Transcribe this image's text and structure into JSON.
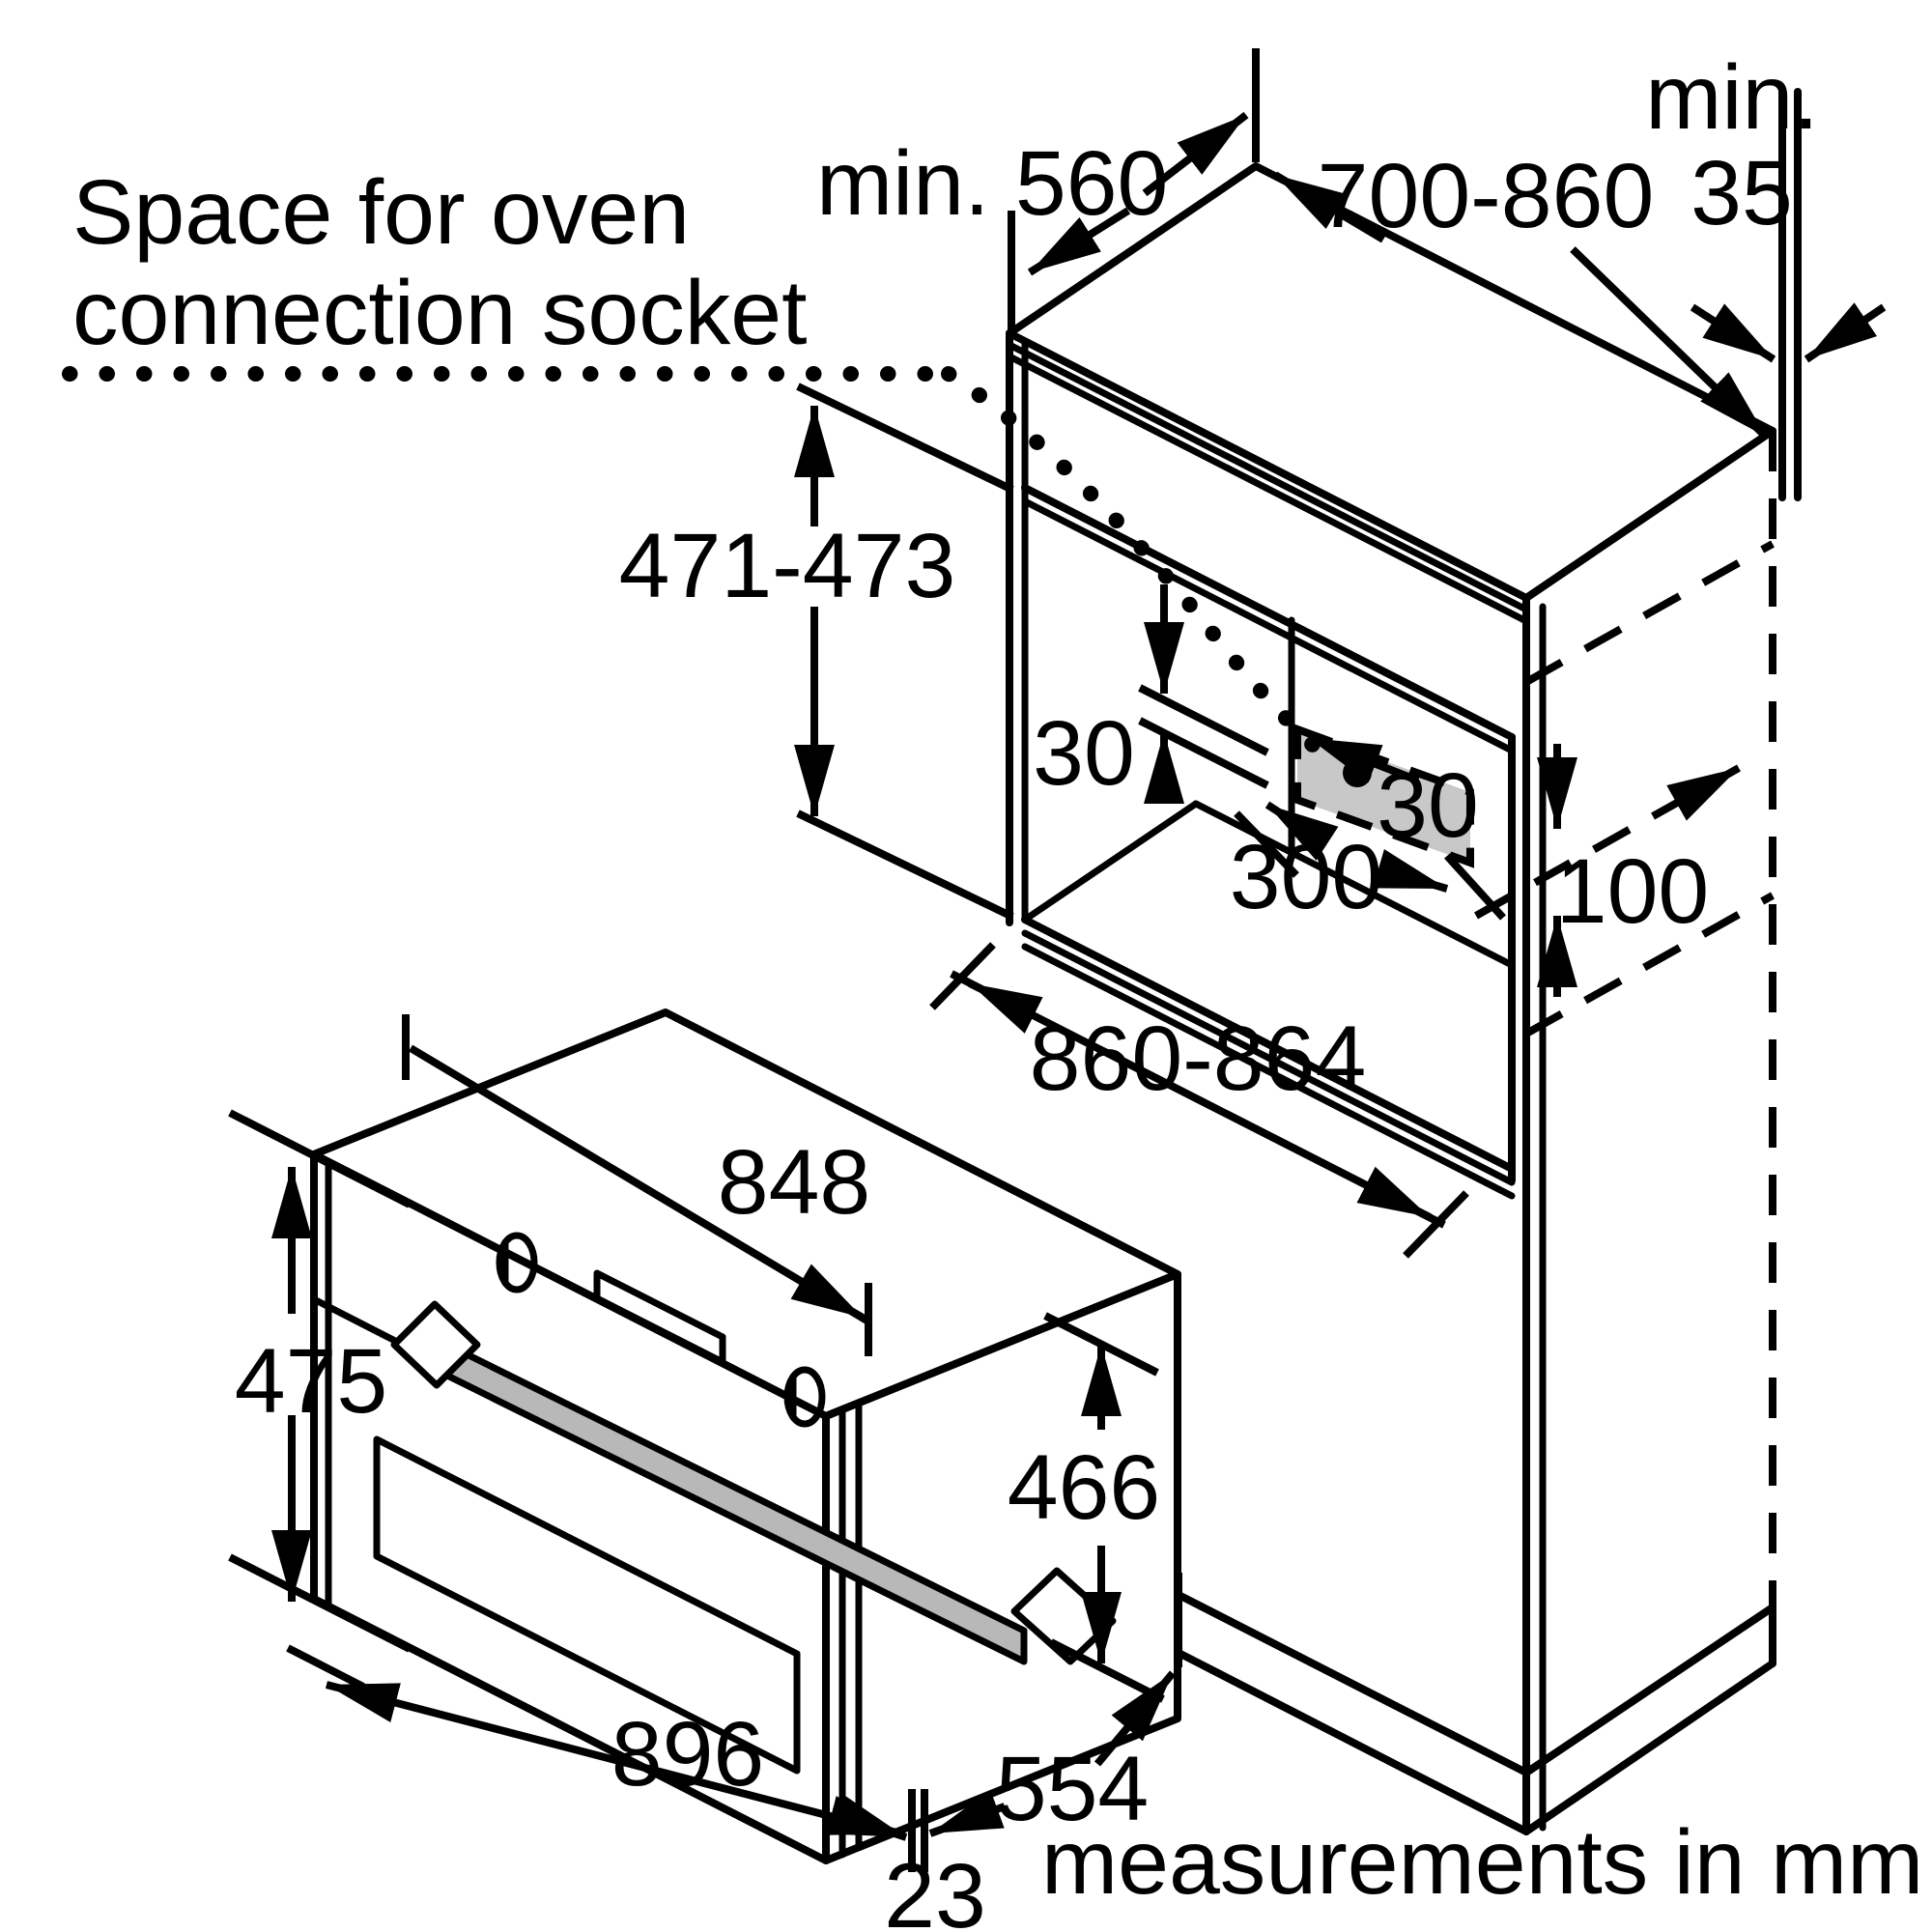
{
  "diagram": {
    "note": {
      "line1": "Space for oven",
      "line2": "connection socket"
    },
    "footer": "measurements in mm",
    "dimensions": {
      "top_depth_min": "min. 560",
      "upper_height_range": "700-860",
      "wall_gap_min_word": "min.",
      "wall_gap_value": "35",
      "niche_height": "471-473",
      "rail_offset_vertical": "30",
      "rail_offset_horizontal": "30",
      "socket_area_width": "300",
      "socket_area_offset": "100",
      "niche_width": "860-864",
      "oven_top_width": "848",
      "oven_front_height": "475",
      "oven_body_height": "466",
      "oven_total_width": "896",
      "oven_depth": "554",
      "door_gap": "23"
    },
    "colors": {
      "line": "#000000",
      "background": "#ffffff",
      "socket_fill": "#c8c8c8",
      "handle_fill": "#b8b8b8"
    }
  }
}
